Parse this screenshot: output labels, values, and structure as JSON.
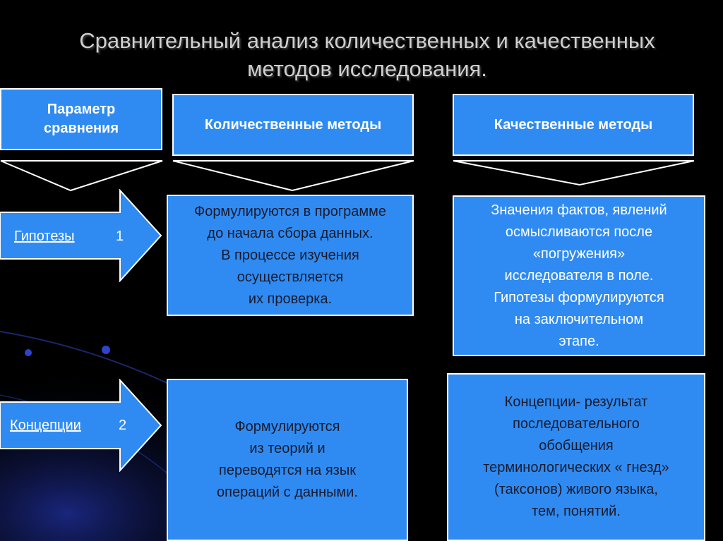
{
  "title": {
    "line1": "Сравнительный анализ количественных и качественных",
    "line2": "методов исследования."
  },
  "headers": {
    "param_line1": "Параметр",
    "param_line2": "сравнения",
    "quant": "Количественные методы",
    "qual": "Качественные методы"
  },
  "rows": [
    {
      "label": "Гипотезы",
      "number": "1",
      "quant_lines": [
        "Формулируются в программе",
        "до начала сбора данных.",
        "В процессе изучения",
        "осуществляется",
        "их проверка."
      ],
      "qual_lines": [
        "Значения фактов, явлений",
        "осмысливаются после",
        "«погружения»",
        "исследователя в поле.",
        "Гипотезы формулируются",
        "на заключительном",
        "этапе."
      ]
    },
    {
      "label": "Концепции",
      "number": "2",
      "quant_lines": [
        "Формулируются",
        "из теорий и",
        "переводятся на язык",
        "операций с данными."
      ],
      "qual_lines": [
        "Концепции- результат",
        "последовательного",
        "обобщения",
        "терминологических « гнезд»",
        "(таксонов) живого языка,",
        "тем, понятий."
      ]
    }
  ],
  "colors": {
    "box_fill": "#2f8bf1",
    "box_border": "#ffffff",
    "background": "#000000"
  }
}
